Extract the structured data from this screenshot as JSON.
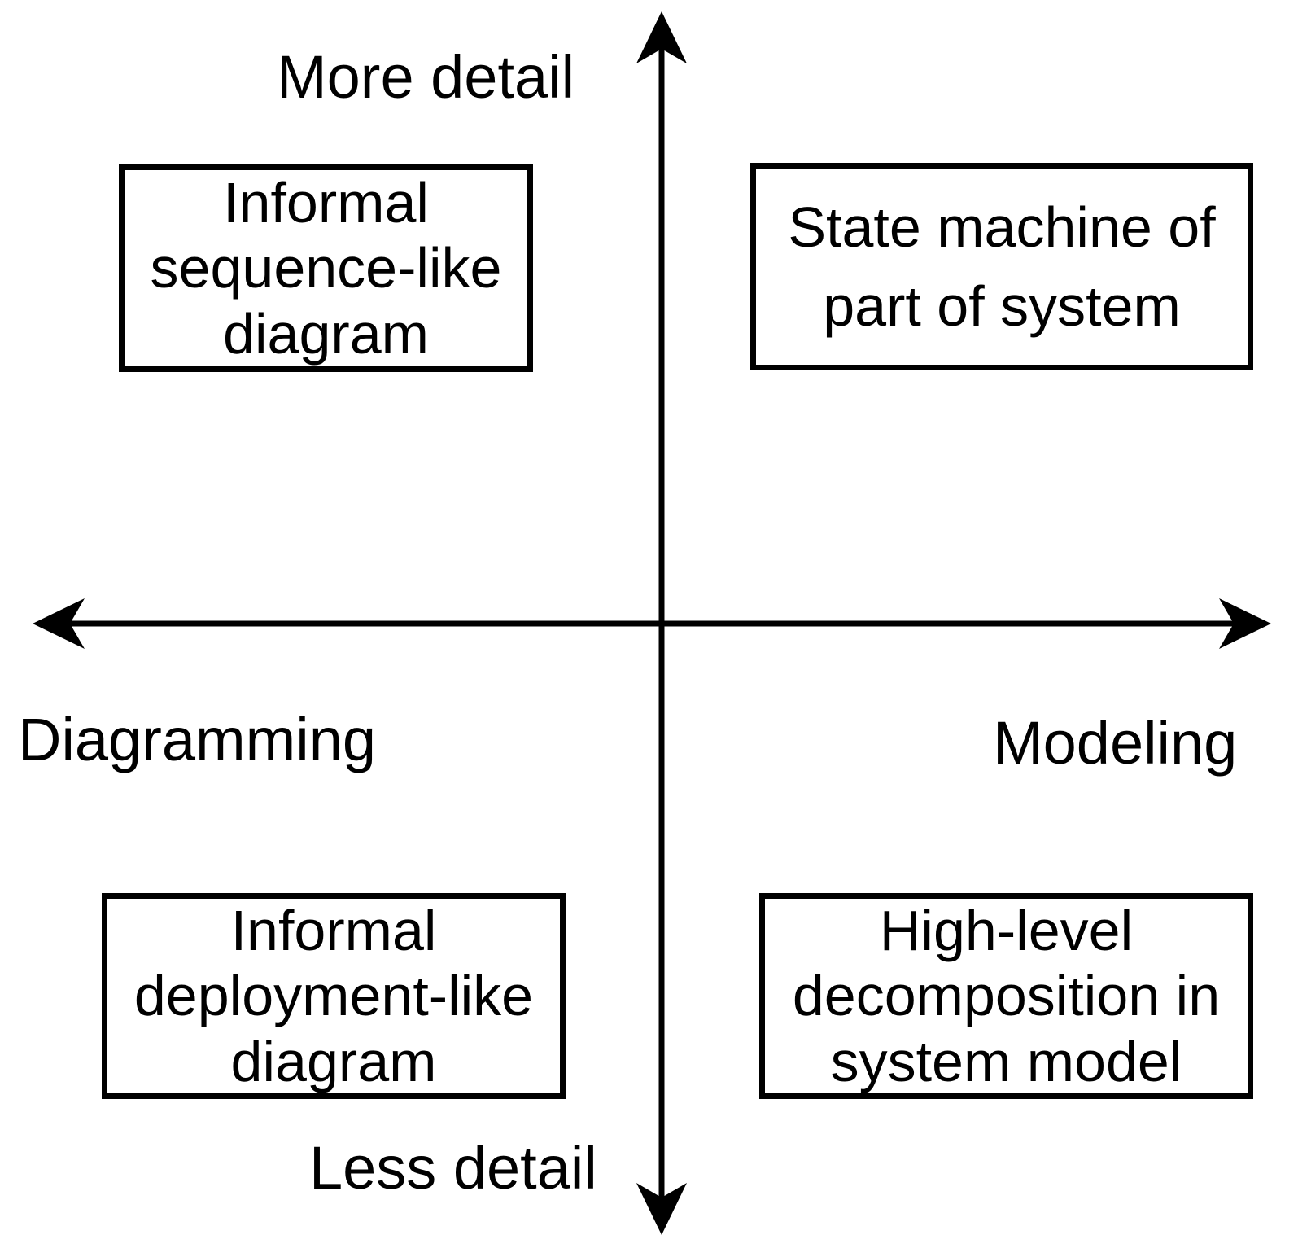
{
  "figure": {
    "background_color": "#ffffff",
    "ink_color": "#000000"
  },
  "axes": {
    "vertical": {
      "top_label": "More detail",
      "bottom_label": "Less detail"
    },
    "horizontal": {
      "left_label": "Diagramming",
      "right_label": "Modeling"
    }
  },
  "quadrants": {
    "top_left": {
      "label": "Informal\nsequence-like\ndiagram"
    },
    "top_right": {
      "label": "State machine of\npart of system"
    },
    "bottom_left": {
      "label": "Informal\ndeployment-like\ndiagram"
    },
    "bottom_right": {
      "label": "High-level\ndecomposition in\nsystem model"
    }
  }
}
